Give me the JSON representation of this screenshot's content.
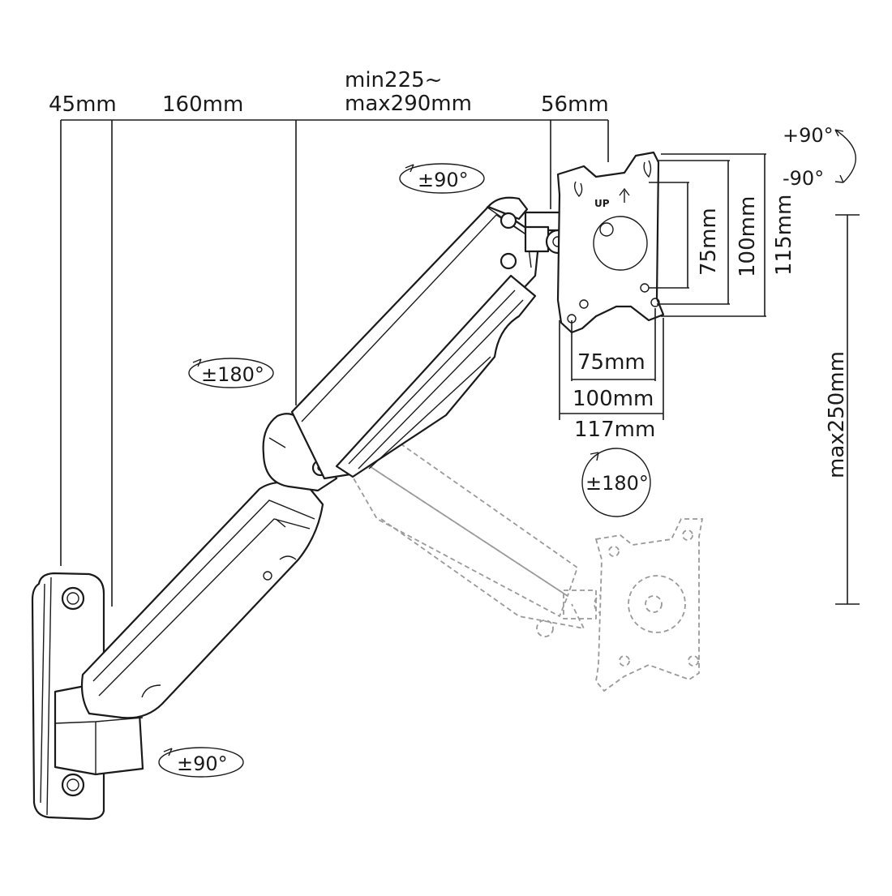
{
  "dimensions": {
    "wall_plate_width": "45mm",
    "lower_arm_length": "160mm",
    "upper_arm_length_min": "min225~",
    "upper_arm_length_max": "max290mm",
    "head_depth": "56mm",
    "vesa_vertical_75": "75mm",
    "vesa_vertical_100": "100mm",
    "plate_height_115": "115mm",
    "vesa_horizontal_75": "75mm",
    "vesa_horizontal_100": "100mm",
    "plate_width_117": "117mm",
    "height_adjust": "max250mm"
  },
  "rotations": {
    "tilt_up": "+90°",
    "tilt_down": "-90°",
    "head_swivel": "±90°",
    "elbow_swivel": "±180°",
    "screen_rotation": "±180°",
    "base_swivel": "±90°"
  },
  "plate_marking": "UP",
  "icons": [
    "rotation-arrow-icon",
    "up-arrow-icon"
  ]
}
